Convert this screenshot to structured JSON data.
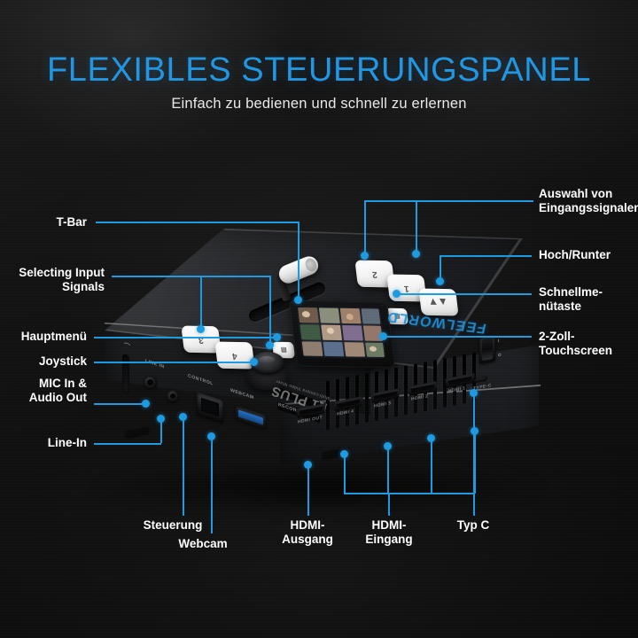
{
  "header": {
    "title": "FLEXIBLES STEUERUNGSPANEL",
    "subtitle": "Einfach zu bedienen und schnell zu erlernen"
  },
  "colors": {
    "accent": "#1d9ae0",
    "title": "#2196e3",
    "label": "#ffffff",
    "background": "#101010",
    "brand": "#1f8fd6"
  },
  "callouts": {
    "left": [
      {
        "id": "t-bar",
        "label": "T-Bar"
      },
      {
        "id": "selecting-input-signals",
        "label": "Selecting Input\nSignals"
      },
      {
        "id": "hauptmenue",
        "label": "Hauptmenü"
      },
      {
        "id": "joystick",
        "label": "Joystick"
      },
      {
        "id": "mic-audio",
        "label": "MIC In &\nAudio Out"
      },
      {
        "id": "line-in",
        "label": "Line-In"
      }
    ],
    "right": [
      {
        "id": "auswahl-eingangssignale",
        "label": "Auswahl von\nEingangssignalen"
      },
      {
        "id": "hoch-runter",
        "label": "Hoch/Runter"
      },
      {
        "id": "schnellmenue",
        "label": "Schnellme-\nnütaste"
      },
      {
        "id": "touchscreen",
        "label": "2-Zoll-\nTouchscreen"
      }
    ],
    "bottom": [
      {
        "id": "steuerung",
        "label": "Steuerung"
      },
      {
        "id": "webcam",
        "label": "Webcam"
      },
      {
        "id": "hdmi-ausgang",
        "label": "HDMI-\nAusgang"
      },
      {
        "id": "hdmi-eingang",
        "label": "HDMI-\nEingang"
      },
      {
        "id": "typ-c",
        "label": "Typ C"
      }
    ]
  },
  "device": {
    "brand": "FEELWORLD",
    "model": "L1 PLUS",
    "model_sub": "Multi-camera Video Mixer",
    "top_buttons": [
      {
        "id": "input-3",
        "label": "3"
      },
      {
        "id": "input-4",
        "label": "4"
      },
      {
        "id": "input-2",
        "label": "2"
      },
      {
        "id": "input-1",
        "label": "1"
      },
      {
        "id": "up-down",
        "label": "▲▼"
      },
      {
        "id": "quick-menu-top",
        "label": "▤"
      },
      {
        "id": "quick-menu-mid",
        "label": "▤"
      }
    ],
    "front_ports": [
      {
        "id": "headphone",
        "label": "⌒"
      },
      {
        "id": "line-in",
        "label": "LINE IN"
      },
      {
        "id": "control",
        "label": "CONTROL"
      },
      {
        "id": "webcam",
        "label": "WEBCAM"
      },
      {
        "id": "record",
        "label": "RECORD"
      }
    ],
    "side_ports": [
      {
        "id": "hdmi-out",
        "label": "HDMI OUT"
      },
      {
        "id": "hdmi-4",
        "label": "HDMI 4"
      },
      {
        "id": "hdmi-3",
        "label": "HDMI 3"
      },
      {
        "id": "hdmi-2",
        "label": "HDMI 2"
      },
      {
        "id": "hdmi-1",
        "label": "HDMI 1"
      },
      {
        "id": "type-c",
        "label": "TYPE-C"
      }
    ],
    "power_switch": {
      "on": "I",
      "off": "O"
    }
  }
}
